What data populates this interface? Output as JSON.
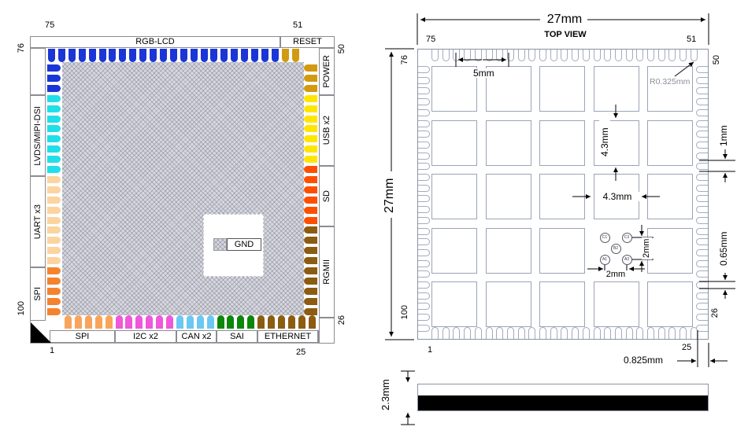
{
  "left_diagram": {
    "corner_numbers": {
      "top_left": "75",
      "top_right": "51",
      "left_top": "76",
      "left_bottom": "100",
      "right_top": "50",
      "right_bottom": "26",
      "bottom_left": "1",
      "bottom_right": "25"
    },
    "center": {
      "gnd_label": "GND"
    },
    "sections": {
      "top": [
        {
          "name": "RGB-LCD",
          "color": "#1b36d6",
          "pins": 23
        },
        {
          "name": "RESET",
          "color": "#d19a10",
          "pins": 2
        }
      ],
      "right": [
        {
          "name": "POWER",
          "color": "#d19a10",
          "pins": 3
        },
        {
          "name": "USB x2",
          "color": "#ffe600",
          "pins": 7
        },
        {
          "name": "SD",
          "color": "#fe4f00",
          "pins": 6
        },
        {
          "name": "RGMII",
          "color": "#8c5c12",
          "pins": 9
        }
      ],
      "bottom": [
        {
          "name": "SPI",
          "color": "#f8a55c",
          "pins": 5
        },
        {
          "name": "I2C x2",
          "color": "#ee58da",
          "pins": 6
        },
        {
          "name": "CAN x2",
          "color": "#6cc8f2",
          "pins": 4
        },
        {
          "name": "SAI",
          "color": "#0c870c",
          "pins": 4
        },
        {
          "name": "ETHERNET",
          "color": "#8c5c12",
          "pins": 6
        }
      ],
      "left": [
        {
          "name": "",
          "color": "#1b36d6",
          "pins": 3
        },
        {
          "name": "LVDS/MIPI-DSI",
          "color": "#1fdfe9",
          "pins": 8
        },
        {
          "name": "UART x3",
          "color": "#fbd4a0",
          "pins": 9
        },
        {
          "name": "SPI",
          "color": "#f4832e",
          "pins": 5
        }
      ]
    }
  },
  "right_diagram": {
    "title": "TOP VIEW",
    "corner_numbers": {
      "top_left": "75",
      "top_right": "51",
      "left_top": "76",
      "left_bottom": "100",
      "right_top": "50",
      "right_bottom": "26",
      "bottom_left": "1",
      "bottom_right": "25"
    },
    "dimensions": {
      "overall_width": "27mm",
      "overall_height": "27mm",
      "pin_group_width": "5mm",
      "corner_radius": "R0.325mm",
      "pad_height": "4.3mm",
      "pad_width": "4.3mm",
      "pin_pitch": "1mm",
      "pin_width": "0.65mm",
      "fiducial_spacing_v": "2mm",
      "fiducial_spacing_h": "2mm",
      "edge_margin": "0.825mm",
      "thickness": "2.3mm"
    },
    "fiducials": [
      {
        "label": "C1"
      },
      {
        "label": "C3"
      },
      {
        "label": "B2"
      },
      {
        "label": "A1"
      },
      {
        "label": "A3"
      }
    ]
  }
}
